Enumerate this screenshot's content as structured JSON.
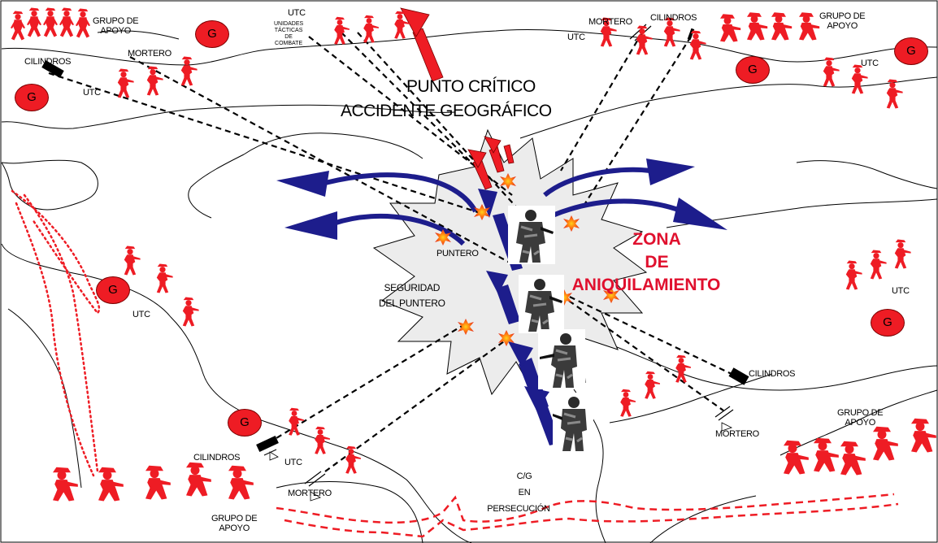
{
  "title_line1": "PUNTO CRÍTICO",
  "title_line2": "ACCIDENTE GEOGRÁFICO",
  "zona": {
    "line1": "ZONA",
    "line2": "DE",
    "line3": "ANIQUILAMIENTO"
  },
  "g_label": "G",
  "labels": {
    "grupo_apoyo_1": "GRUPO DE\nAPOYO",
    "grupo_apoyo_2": "GRUPO DE\nAPOYO",
    "grupo_apoyo_3": "GRUPO DE\nAPOYO",
    "grupo_apoyo_4": "GRUPO DE\nAPOYO",
    "utc": "UTC",
    "utc_unidades": "UNIDADES\nTÁCTICAS\nDE\nCOMBATE",
    "mortero": "MORTERO",
    "cilindros": "CILINDROS",
    "puntero": "PUNTERO",
    "seguridad": "SEGURIDAD\nDEL PUNTERO",
    "cg_line1": "C/G",
    "cg_line2": "EN",
    "cg_line3": "PERSECUCIÓN"
  },
  "colors": {
    "enemy": "#ee1c24",
    "arrow_blue": "#1d1d8c",
    "arrow_red": "#ee1c24",
    "zone_fill": "#ececec",
    "zona_text": "#e0102e"
  }
}
